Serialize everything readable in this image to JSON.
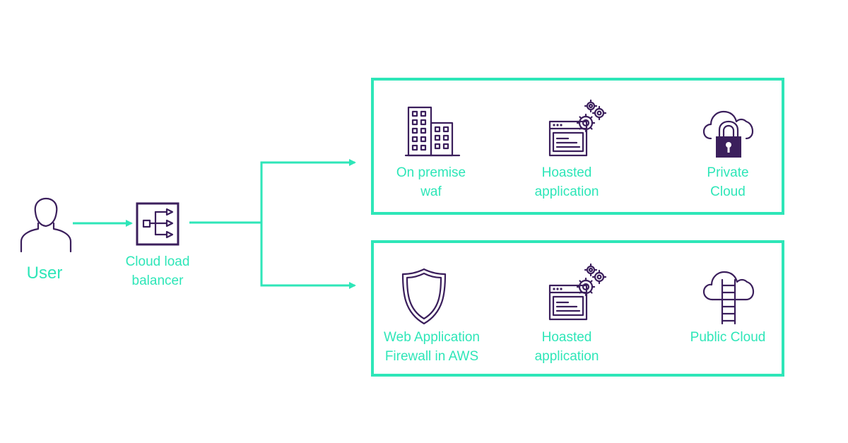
{
  "colors": {
    "accent": "#2ee6b8",
    "icon": "#3b1f5c"
  },
  "user": {
    "label": "User",
    "icon": "user-icon"
  },
  "load_balancer": {
    "label_line1": "Cloud load",
    "label_line2": "balancer",
    "icon": "load-balancer-icon"
  },
  "groups": [
    {
      "items": [
        {
          "icon": "building-icon",
          "line1": "On premise",
          "line2": "waf"
        },
        {
          "icon": "hosted-app-icon",
          "line1": "Hoasted",
          "line2": "application"
        },
        {
          "icon": "cloud-lock-icon",
          "line1": "Private",
          "line2": "Cloud"
        }
      ]
    },
    {
      "items": [
        {
          "icon": "shield-icon",
          "line1": "Web Application",
          "line2": "Firewall in AWS"
        },
        {
          "icon": "hosted-app-icon",
          "line1": "Hoasted",
          "line2": "application"
        },
        {
          "icon": "cloud-ladder-icon",
          "line1": "Public Cloud",
          "line2": ""
        }
      ]
    }
  ]
}
